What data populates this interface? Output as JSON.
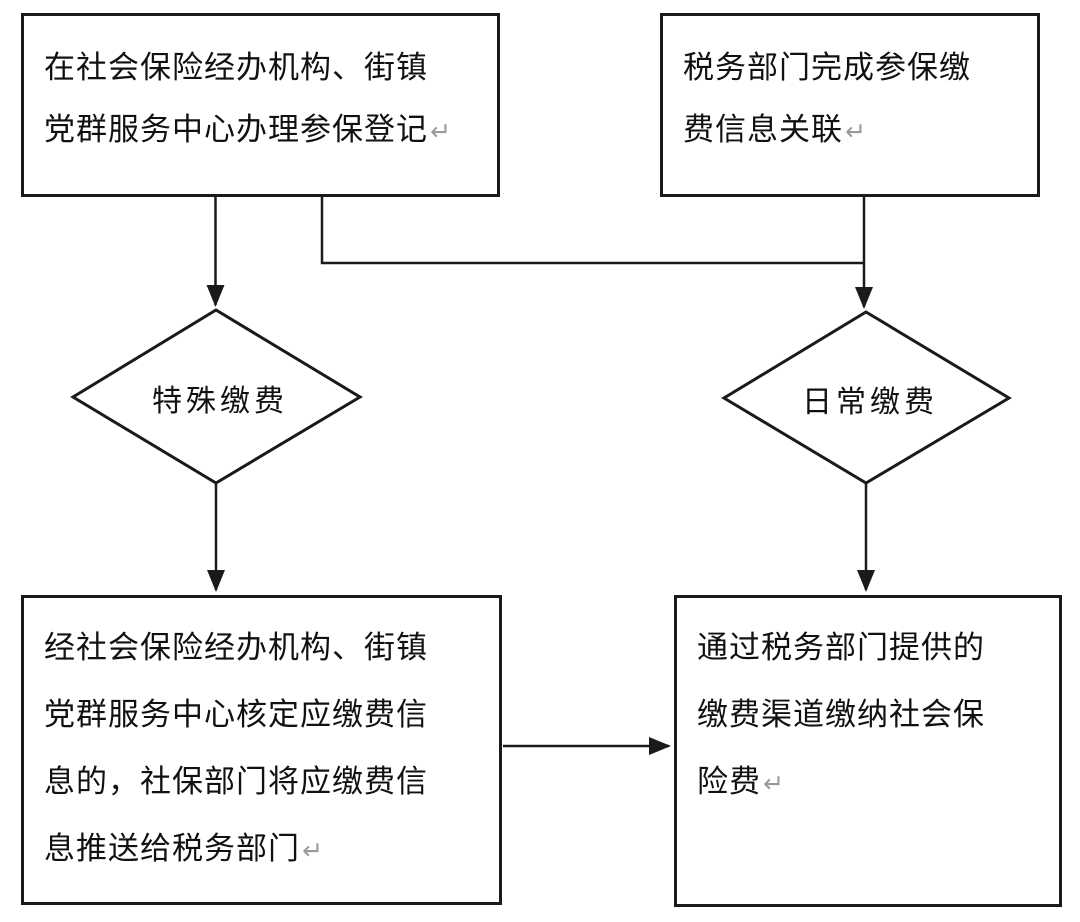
{
  "diagram": {
    "title_hint": "社保参保缴费流程图",
    "background_color": "#ffffff",
    "stroke_color": "#1a1a1a",
    "return_mark": "↵",
    "return_mark_color": "#9a9a9a",
    "nodes": {
      "register_box": {
        "type": "process-rect",
        "text": "在社会保险经办机构、街镇党群服务中心办理参保登记",
        "lines": [
          "在社会保险经办机构、街镇",
          "党群服务中心办理参保登记"
        ],
        "has_return_mark": true
      },
      "tax_link_box": {
        "type": "process-rect",
        "text": "税务部门完成参保缴费信息关联",
        "lines": [
          "税务部门完成参保缴",
          "费信息关联"
        ],
        "has_return_mark": true
      },
      "special_payment_diamond": {
        "type": "decision-diamond",
        "label": "特殊缴费"
      },
      "daily_payment_diamond": {
        "type": "decision-diamond",
        "label": "日常缴费"
      },
      "verify_push_box": {
        "type": "process-rect",
        "text": "经社会保险经办机构、街镇党群服务中心核定应缴费信息的，社保部门将应缴费信息推送给税务部门",
        "lines": [
          "经社会保险经办机构、街镇",
          "党群服务中心核定应缴费信",
          "息的，社保部门将应缴费信",
          "息推送给税务部门"
        ],
        "has_return_mark": true
      },
      "pay_channel_box": {
        "type": "process-rect",
        "text": "通过税务部门提供的缴费渠道缴纳社会保险费",
        "lines": [
          "通过税务部门提供的",
          "缴费渠道缴纳社会保",
          "险费"
        ],
        "has_return_mark": true
      }
    },
    "edges": [
      {
        "from": "register_box",
        "to": "special_payment_diamond",
        "arrow": true
      },
      {
        "from": "register_box",
        "to": "daily_payment_diamond",
        "arrow": true,
        "style": "elbow-joins-tax-link-line"
      },
      {
        "from": "tax_link_box",
        "to": "daily_payment_diamond",
        "arrow": true
      },
      {
        "from": "special_payment_diamond",
        "to": "verify_push_box",
        "arrow": true
      },
      {
        "from": "daily_payment_diamond",
        "to": "pay_channel_box",
        "arrow": true
      },
      {
        "from": "verify_push_box",
        "to": "pay_channel_box",
        "arrow": true
      }
    ]
  }
}
